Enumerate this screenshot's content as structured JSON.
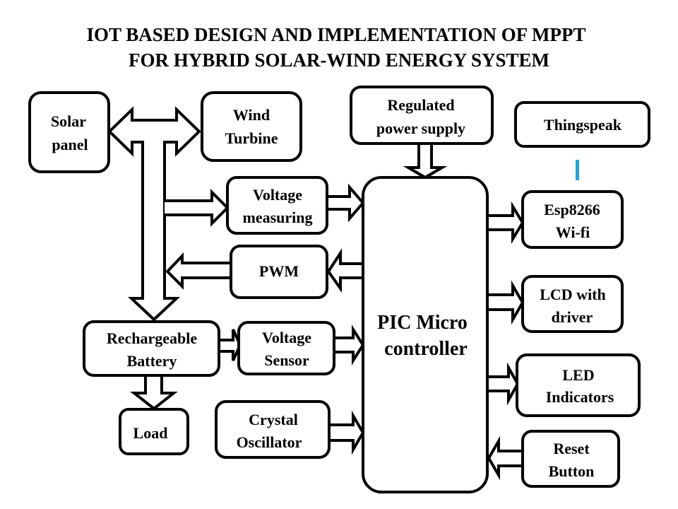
{
  "title": {
    "line1": "IOT BASED DESIGN AND IMPLEMENTATION OF MPPT",
    "line2": "FOR HYBRID SOLAR-WIND ENERGY SYSTEM"
  },
  "blocks": {
    "solar_panel": [
      "Solar",
      "panel"
    ],
    "wind_turbine": [
      "Wind",
      "Turbine"
    ],
    "regulated_power_supply": [
      "Regulated",
      "power supply"
    ],
    "thingspeak": [
      "Thingspeak"
    ],
    "voltage_measuring": [
      "Voltage",
      "measuring"
    ],
    "pwm": [
      "PWM"
    ],
    "rechargeable_battery": [
      "Rechargeable",
      "Battery"
    ],
    "voltage_sensor": [
      "Voltage",
      "Sensor"
    ],
    "load": [
      "Load"
    ],
    "crystal_oscillator": [
      "Crystal",
      "Oscillator"
    ],
    "pic_microcontroller": [
      "PIC Micro",
      "controller"
    ],
    "esp8266_wifi": [
      "Esp8266",
      "Wi-fi"
    ],
    "lcd_with_driver": [
      "LCD with",
      "driver"
    ],
    "led_indicators": [
      "LED",
      "Indicators"
    ],
    "reset_button": [
      "Reset",
      "Button"
    ]
  },
  "connections": [
    {
      "from": "solar_panel",
      "to": "wind_turbine",
      "type": "bidirectional"
    },
    {
      "from": "solar_panel/wind_turbine bus",
      "to": "rechargeable_battery",
      "type": "forward"
    },
    {
      "from": "bus",
      "to": "voltage_measuring",
      "type": "forward"
    },
    {
      "from": "voltage_measuring",
      "to": "pic_microcontroller",
      "type": "forward"
    },
    {
      "from": "pic_microcontroller",
      "to": "pwm",
      "type": "forward"
    },
    {
      "from": "pwm",
      "to": "bus",
      "type": "forward"
    },
    {
      "from": "rechargeable_battery",
      "to": "voltage_sensor",
      "type": "forward"
    },
    {
      "from": "voltage_sensor",
      "to": "pic_microcontroller",
      "type": "forward"
    },
    {
      "from": "rechargeable_battery",
      "to": "load",
      "type": "forward"
    },
    {
      "from": "crystal_oscillator",
      "to": "pic_microcontroller",
      "type": "forward"
    },
    {
      "from": "regulated_power_supply",
      "to": "pic_microcontroller",
      "type": "forward"
    },
    {
      "from": "pic_microcontroller",
      "to": "esp8266_wifi",
      "type": "forward"
    },
    {
      "from": "pic_microcontroller",
      "to": "lcd_with_driver",
      "type": "forward"
    },
    {
      "from": "pic_microcontroller",
      "to": "led_indicators",
      "type": "forward"
    },
    {
      "from": "reset_button",
      "to": "pic_microcontroller",
      "type": "forward"
    },
    {
      "from": "esp8266_wifi",
      "to": "thingspeak",
      "type": "link"
    }
  ],
  "colors": {
    "stroke": "#000000",
    "fill": "#ffffff",
    "link_mark": "#2aa0d6"
  }
}
